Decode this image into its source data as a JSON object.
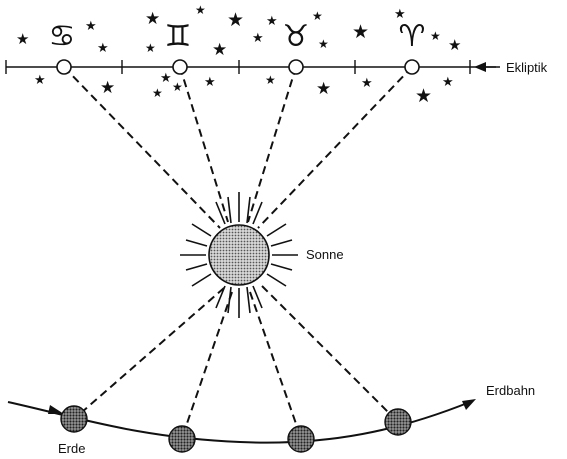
{
  "labels": {
    "ecliptic": "Ekliptik",
    "sun": "Sonne",
    "earth": "Erde",
    "earth_orbit": "Erdbahn"
  },
  "zodiac": [
    {
      "name": "cancer",
      "symbol": "♋"
    },
    {
      "name": "gemini",
      "symbol": "♊"
    },
    {
      "name": "taurus",
      "symbol": "♉"
    },
    {
      "name": "aries",
      "symbol": "♈"
    }
  ],
  "colors": {
    "ink": "#111111",
    "sun_fill": "#b0b0b0",
    "earth_fill": "#7a7a7a"
  }
}
